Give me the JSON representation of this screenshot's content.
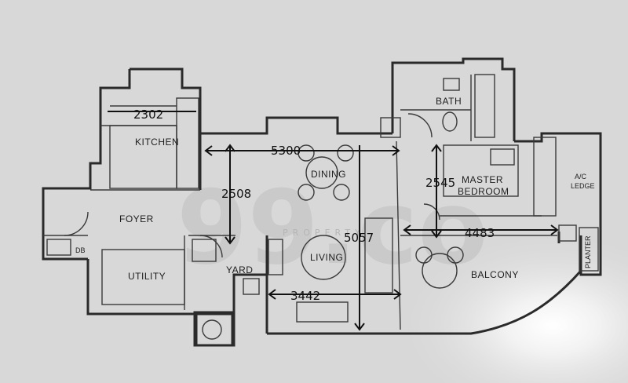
{
  "rooms": {
    "kitchen": "KITCHEN",
    "dining": "DINING",
    "foyer": "FOYER",
    "db": "DB",
    "utility": "UTILITY",
    "yard": "YARD",
    "living": "LIVING",
    "bath": "BATH",
    "master_line1": "MASTER",
    "master_line2": "BEDROOM",
    "ac_line1": "A/C",
    "ac_line2": "LEDGE",
    "planter": "PLANTER",
    "balcony": "BALCONY"
  },
  "dimensions": {
    "kitchen_width": "2302",
    "dining_width": "5300",
    "foyer_depth": "2508",
    "master_depth": "2545",
    "living_depth": "5057",
    "master_width": "4483",
    "living_width": "3442"
  },
  "watermark": {
    "main": "99.co",
    "sub": "PROPERTY"
  },
  "colors": {
    "background": "#d9d9d9",
    "walls": "#2a2a2a",
    "handwriting": "#111111"
  }
}
